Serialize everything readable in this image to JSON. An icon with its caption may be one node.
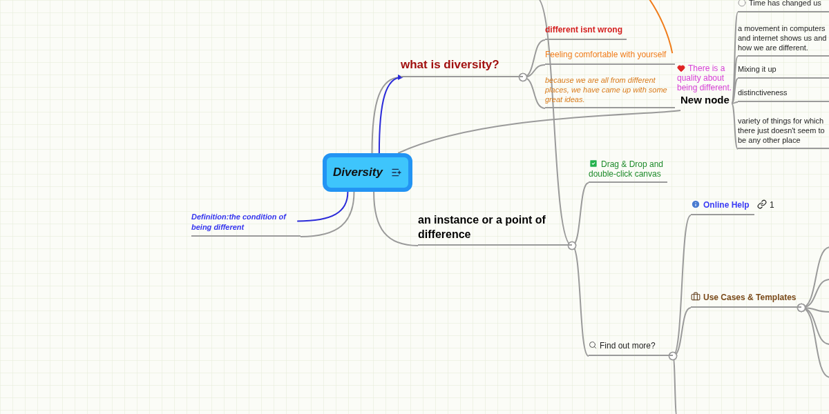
{
  "diagram": {
    "nodes": [
      {
        "text": [
          "Diversity"
        ]
      },
      {
        "text": [
          "Definition:the condition of being different"
        ]
      },
      {
        "text": [
          "what is diversity?"
        ]
      },
      {
        "text": [
          "different isnt wrong"
        ]
      },
      {
        "text": [
          "Feeling comfortable with yourself"
        ]
      },
      {
        "text": [
          "because we are all from different places, we have came up with some great ideas."
        ]
      },
      {
        "text": [
          "There is a quality about being different."
        ]
      },
      {
        "text": [
          "New node"
        ]
      },
      {
        "text": [
          "Time has changed us"
        ]
      },
      {
        "text": [
          "a movement in computers and internet shows us and how we are different."
        ]
      },
      {
        "text": [
          "Mixing it up"
        ]
      },
      {
        "text": [
          "distinctiveness"
        ]
      },
      {
        "text": [
          "variety of things for which there just doesn't seem to be any other place"
        ]
      },
      {
        "text": [
          "Drag & Drop and double-click canvas"
        ]
      },
      {
        "text": [
          "an instance or a point of difference"
        ]
      },
      {
        "text": [
          "Find out more?"
        ]
      },
      {
        "text": [
          "Online Help"
        ],
        "beside": [
          "1"
        ]
      },
      {
        "text": [
          "Use Cases & Templates"
        ]
      }
    ],
    "edges": [
      {
        "from": 0,
        "to": 2,
        "arrow": "none"
      },
      {
        "from": 0,
        "to": 2,
        "arrow": "to",
        "color": "#2b2bd9"
      },
      {
        "from": 0,
        "to": 7,
        "arrow": "none"
      },
      {
        "from": 0,
        "to": 14,
        "arrow": "none"
      },
      {
        "from": 0,
        "to": 1,
        "arrow": "none"
      },
      {
        "from": 0,
        "to": 1,
        "arrow": "none",
        "color": "#2b2bd9"
      },
      {
        "from": 2,
        "to": 3,
        "arrow": "other"
      },
      {
        "from": 2,
        "to": 4,
        "arrow": "other"
      },
      {
        "from": 2,
        "to": 5,
        "arrow": "other"
      },
      {
        "from": null,
        "to": 4,
        "arrow": "none",
        "color": "#f07c1a"
      },
      {
        "from": 7,
        "to": 8,
        "arrow": "none"
      },
      {
        "from": 7,
        "to": 9,
        "arrow": "none"
      },
      {
        "from": 7,
        "to": 10,
        "arrow": "none"
      },
      {
        "from": 7,
        "to": 11,
        "arrow": "none"
      },
      {
        "from": 7,
        "to": 12,
        "arrow": "none"
      },
      {
        "from": 14,
        "to": 13,
        "arrow": "other"
      },
      {
        "from": 14,
        "to": 15,
        "arrow": "other"
      },
      {
        "from": 14,
        "to": null,
        "arrow": "other"
      },
      {
        "from": 15,
        "to": 16,
        "arrow": "other"
      },
      {
        "from": 15,
        "to": 17,
        "arrow": "other"
      },
      {
        "from": 15,
        "to": null,
        "arrow": "other"
      },
      {
        "from": 17,
        "to": null,
        "arrow": "other"
      },
      {
        "from": 17,
        "to": null,
        "arrow": "other"
      },
      {
        "from": 17,
        "to": null,
        "arrow": "other"
      },
      {
        "from": 17,
        "to": null,
        "arrow": "other"
      },
      {
        "from": 17,
        "to": null,
        "arrow": "other"
      }
    ]
  }
}
